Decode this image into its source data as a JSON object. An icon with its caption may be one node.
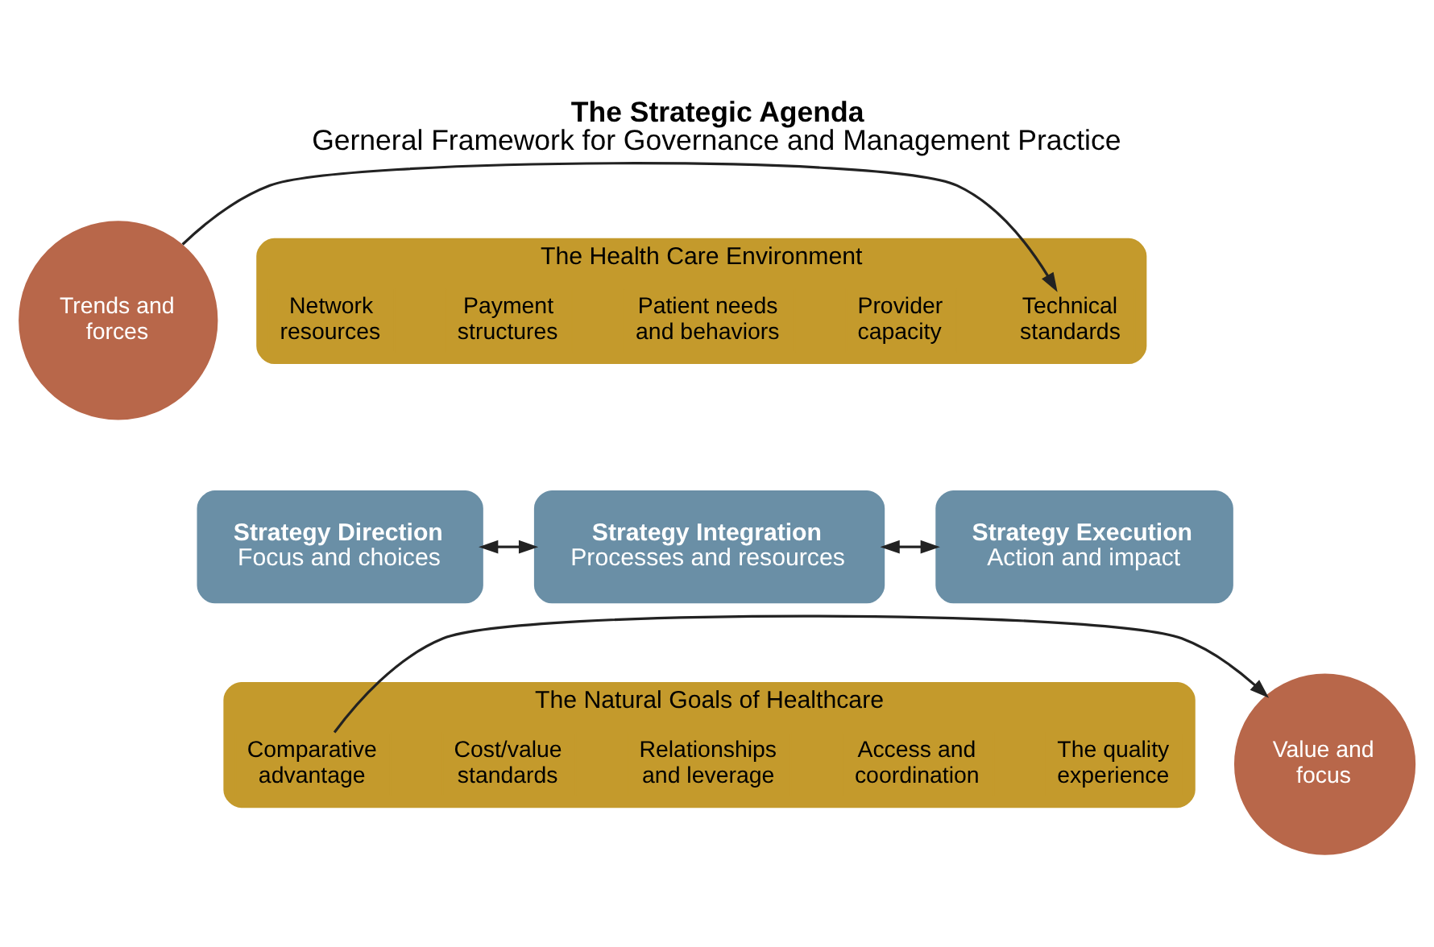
{
  "diagram": {
    "title": "The Strategic Agenda",
    "caption": "Gerneral Framework for Governance and Management Practice",
    "nodes": [
      {
        "text": [
          "Trends and forces"
        ]
      },
      {
        "text": [
          "The Health Care Environment"
        ]
      },
      {
        "text": [
          "Technical standards"
        ],
        "in": 1
      },
      {
        "text": [
          "Provider capacity"
        ],
        "in": 1
      },
      {
        "text": [
          "Patient needs and behaviors"
        ],
        "in": 1
      },
      {
        "text": [
          "Payment structures"
        ],
        "in": 1
      },
      {
        "text": [
          "Network resources"
        ],
        "in": 1
      },
      {
        "text": [
          "Strategy Direction",
          "Focus and choices"
        ]
      },
      {
        "text": [
          "Strategy Integration",
          "Processes and resources"
        ]
      },
      {
        "text": [
          "Strategy Execution",
          "Action and impact"
        ]
      },
      {
        "text": [
          "The Natural Goals of Healthcare"
        ]
      },
      {
        "text": [
          "The quality experience"
        ],
        "in": 10
      },
      {
        "text": [
          "Access and coordination"
        ],
        "in": 10
      },
      {
        "text": [
          "Relationships and leverage"
        ],
        "in": 10
      },
      {
        "text": [
          "Cost/value standards"
        ],
        "in": 10
      },
      {
        "text": [
          "Comparative advantage"
        ],
        "in": 10
      },
      {
        "text": [
          "Value and focus"
        ]
      }
    ],
    "edges": [
      {
        "from": 0,
        "to": 2,
        "arrow": "to"
      },
      {
        "from": 7,
        "to": 8,
        "arrow": "both"
      },
      {
        "from": 8,
        "to": 9,
        "arrow": "both"
      },
      {
        "from": 15,
        "to": 16,
        "arrow": "to"
      }
    ]
  }
}
